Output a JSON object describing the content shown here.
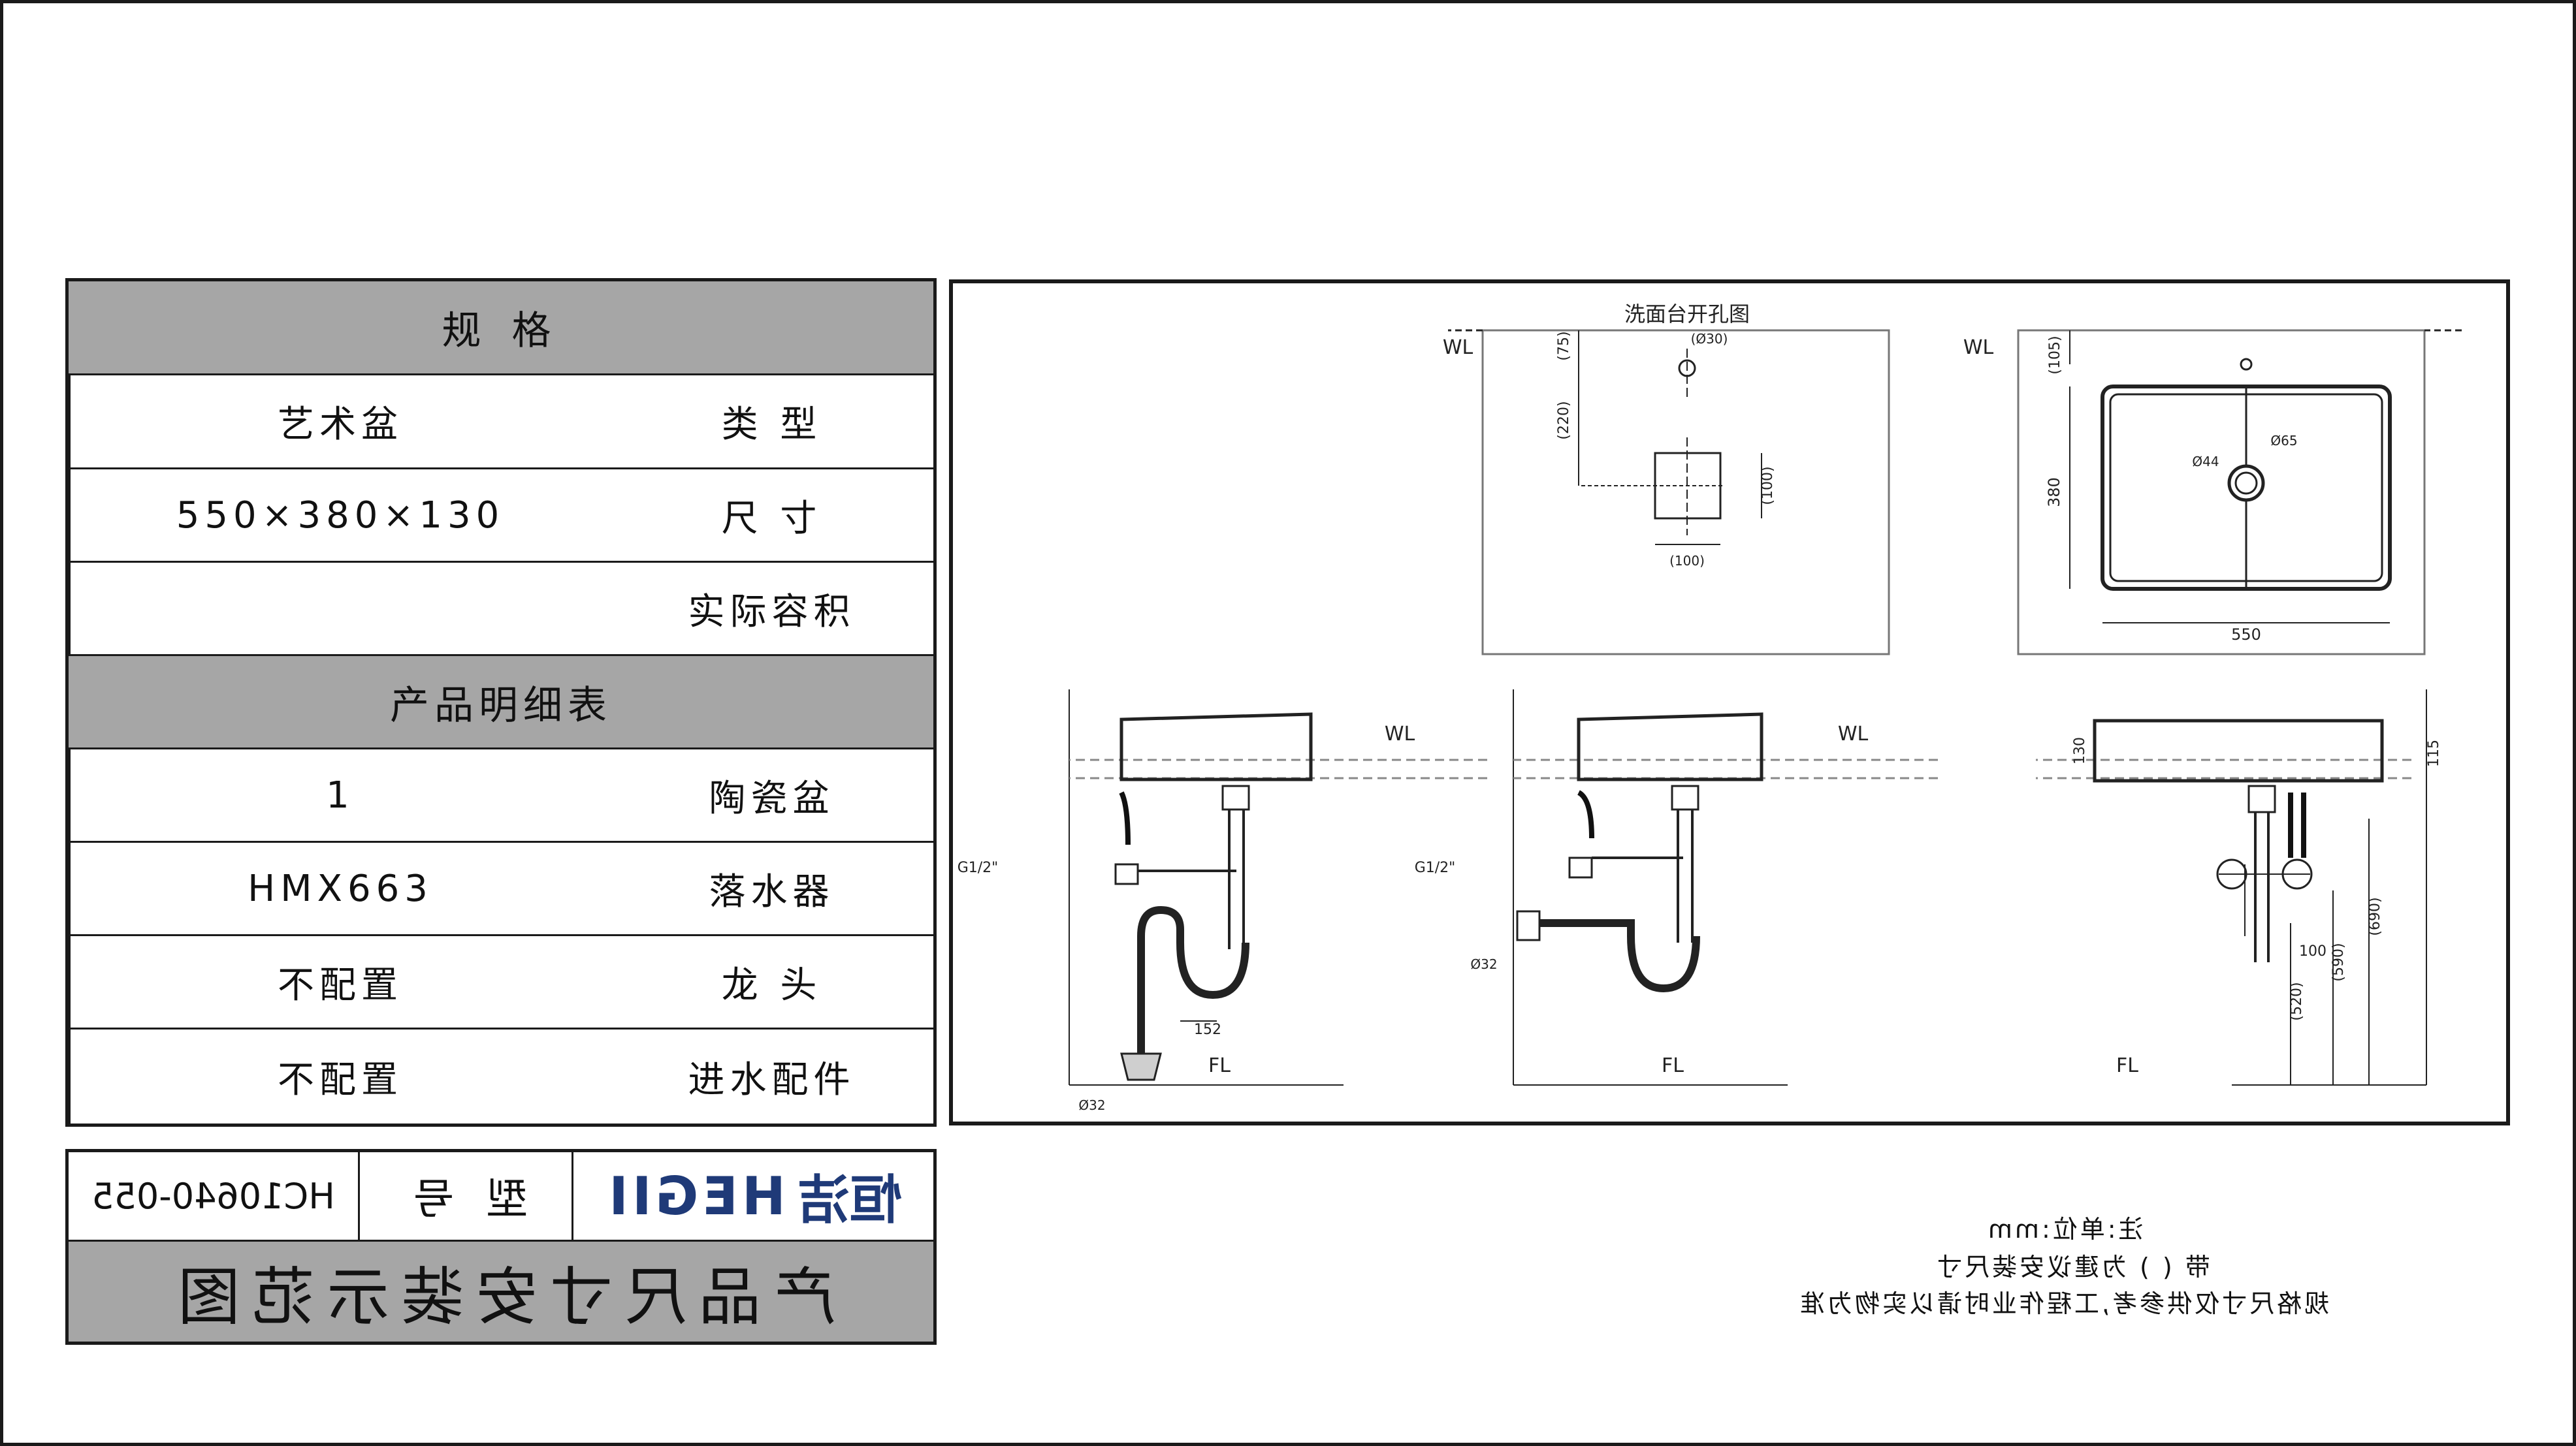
{
  "spec_table": {
    "header": "规 格",
    "rows": [
      {
        "label": "类 型",
        "value": "艺术盆"
      },
      {
        "label": "尺 寸",
        "value": "550×380×130"
      },
      {
        "label": "实际容积",
        "value": ""
      }
    ],
    "details_header": "产品明细表",
    "details": [
      {
        "label": "陶瓷盆",
        "value": "1"
      },
      {
        "label": "落水器",
        "value": "HMX663"
      },
      {
        "label": "龙 头",
        "value": "不配置"
      },
      {
        "label": "进水配件",
        "value": "不配置"
      }
    ]
  },
  "title_block": {
    "logo_cn": "恒洁",
    "logo_en": "HEGII",
    "model_label": "型 号",
    "model_value": "HC10640-055",
    "drawing_title": "产品尺寸安装示范图"
  },
  "drawings": {
    "cutout_title": "洗面台开孔图",
    "wl": "WL",
    "fl": "FL",
    "dim_30": "(Ø30)",
    "dim_75": "(75)",
    "dim_220": "(220)",
    "dim_100_h": "(100)",
    "dim_100_v": "(100)",
    "top_dim_105": "(105)",
    "top_dim_380": "380",
    "top_dim_550": "550",
    "top_dim_65": "Ø65",
    "top_dim_44": "Ø44",
    "side_dim_115": "115",
    "side_dim_130": "130",
    "side_dim_690": "(690)",
    "side_dim_590": "(590)",
    "side_dim_520": "(520)",
    "side_dim_100": "100",
    "g12": "G1/2\"",
    "d32": "Ø32",
    "d152": "152"
  },
  "notes": {
    "line1": "注:单位:mm",
    "line2": "带 ( ) 为建议安装尺寸",
    "line3": "规格尺寸仅供参考,工程作业时请以实物为准"
  }
}
